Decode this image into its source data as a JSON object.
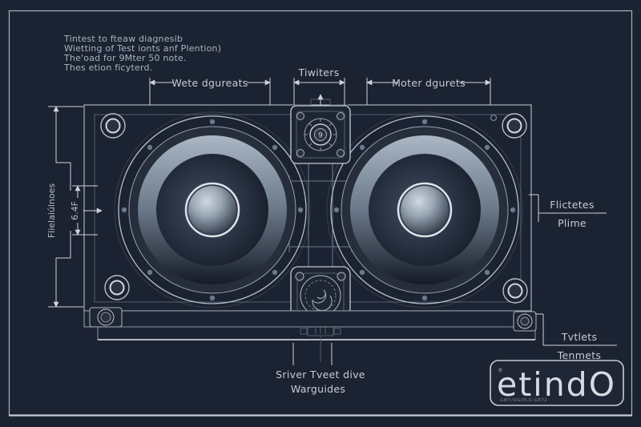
{
  "title": "speaker-blueprint",
  "colors": {
    "background": "#1b2231",
    "panel": "#1c2433",
    "line_bright": "#c6cdd8",
    "line": "#a9b1bf",
    "line_dim": "#545e6f",
    "text": "#c6cdd8",
    "cone_light": "#aab6c4",
    "cone_dark": "#151b27"
  },
  "notes": {
    "lines": [
      "Tintest to fteaw diagnesib",
      "Wietting of Test ionts anf Plention)",
      "The'oad for 9Mter 50 note.",
      "Thes etion ficyterd."
    ]
  },
  "dims": {
    "top_left": "Wete dgureats",
    "top_center": "Tiwiters",
    "top_right": "Moter dgurets",
    "left_main": "Flielaiúlnoes",
    "left_small": "6.4F",
    "right_top": "Flictetes",
    "right_bottom": "Plime",
    "br_top": "Tvtlets",
    "br_bottom": "Tenmets",
    "bc_line1": "Sriver Tveet dive",
    "bc_line2": "Warguides"
  },
  "tweeter": {
    "glyph": "9"
  },
  "logo": {
    "mark": "e",
    "text": "etindO",
    "subtext": "GMT/DG/PLQ·GBT2"
  }
}
